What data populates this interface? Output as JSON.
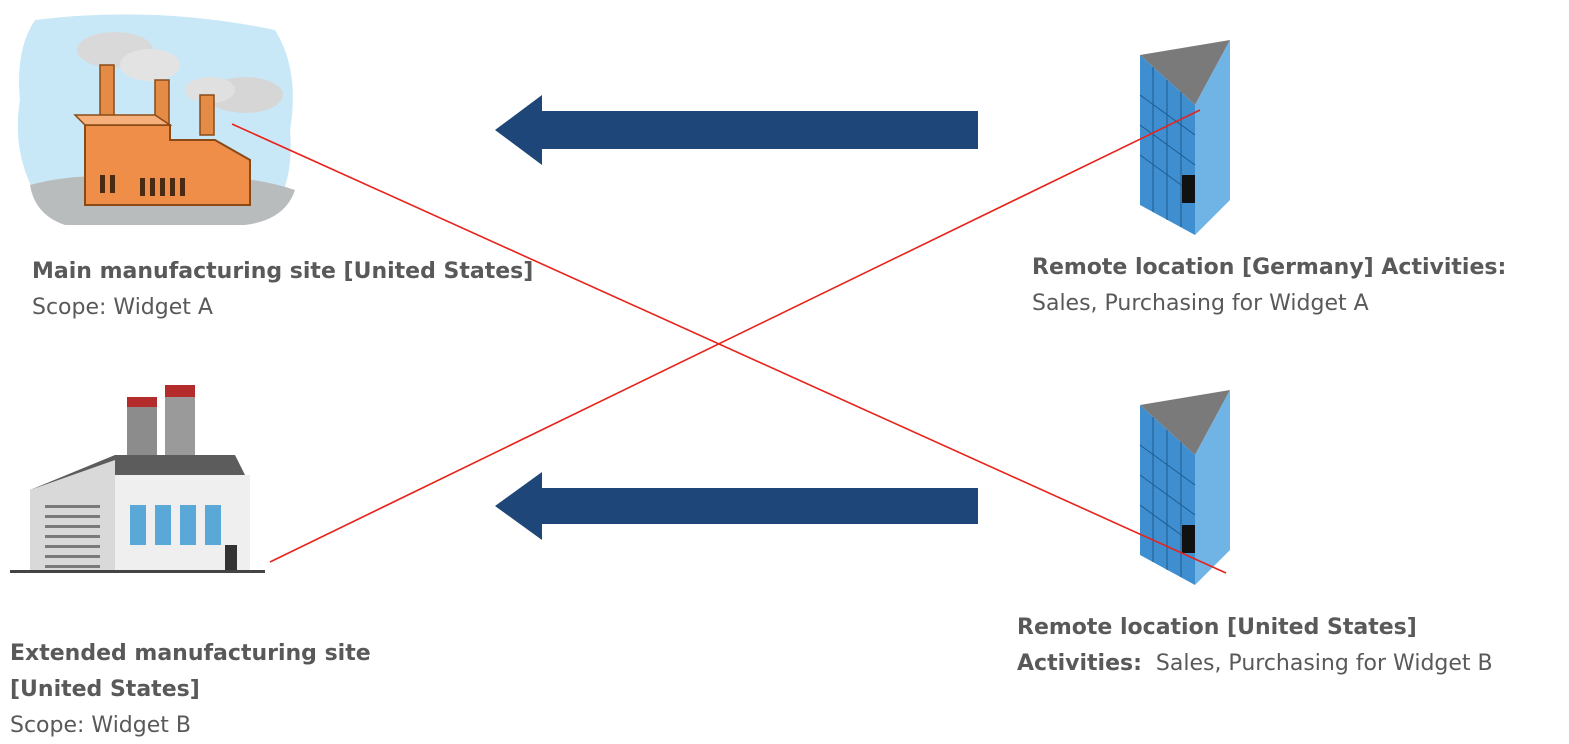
{
  "main_site": {
    "title": "Main manufacturing site [United States]",
    "scope": "Scope: Widget A"
  },
  "extended_site": {
    "title_line1": "Extended manufacturing site",
    "title_line2": "[United States]",
    "scope": "Scope: Widget B"
  },
  "remote_germany": {
    "title": "Remote location [Germany] Activities:",
    "activities": "Sales, Purchasing for Widget A"
  },
  "remote_us": {
    "title": "Remote location [United States]",
    "activities_label": "Activities:",
    "activities": "Sales, Purchasing for Widget B"
  },
  "colors": {
    "arrow": "#1f4678",
    "cross_line": "#e8231b",
    "text": "#595959"
  },
  "icons": {
    "main_site": "factory-smokestacks-icon",
    "extended_site": "factory-building-icon",
    "remote_germany": "office-building-icon",
    "remote_us": "office-building-icon"
  }
}
